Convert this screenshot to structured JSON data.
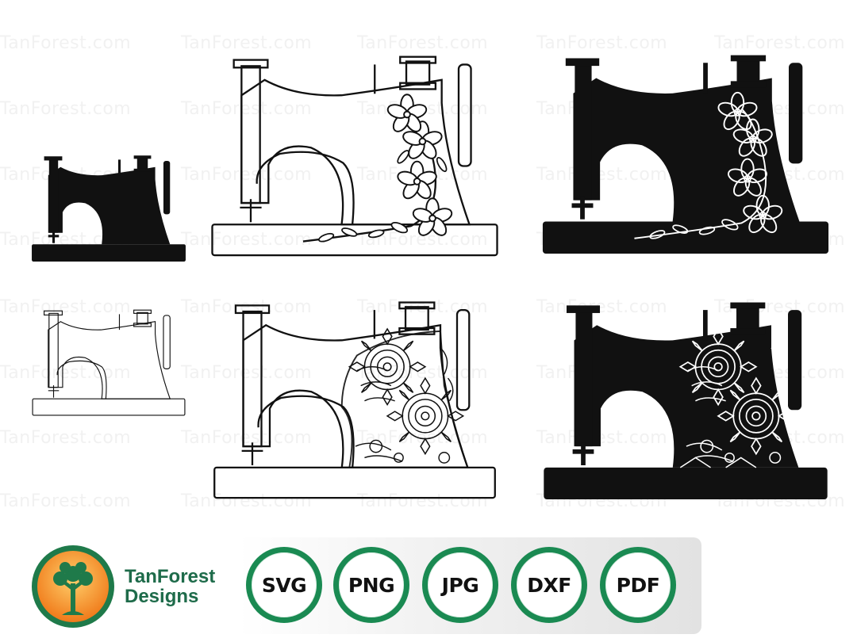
{
  "watermark": {
    "text": "TanForest.com"
  },
  "brand": {
    "name_line1": "TanForest",
    "name_line2": "Designs",
    "color": "#1e6b4a"
  },
  "formats": [
    {
      "label": "SVG"
    },
    {
      "label": "PNG"
    },
    {
      "label": "JPG"
    },
    {
      "label": "DXF"
    },
    {
      "label": "PDF"
    }
  ],
  "colors": {
    "badge_ring": "#1a8a52",
    "logo_outer": "#f07a1a",
    "logo_inner": "#1f7a4a",
    "ink": "#111111"
  },
  "machines": [
    {
      "style": "solid-silhouette"
    },
    {
      "style": "outline-floral"
    },
    {
      "style": "solid-floral"
    },
    {
      "style": "thin-outline"
    },
    {
      "style": "outline-mandala"
    },
    {
      "style": "solid-mandala"
    }
  ]
}
